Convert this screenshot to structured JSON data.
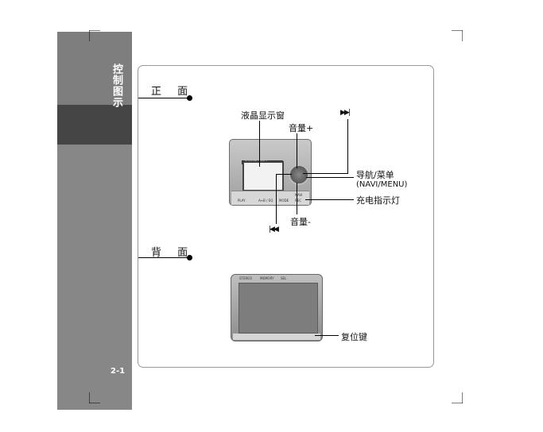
{
  "sidebar": {
    "title": "控制图示",
    "page_number": "2-1"
  },
  "sections": {
    "front": "正 面",
    "back": "背 面"
  },
  "labels": {
    "lcd": "液晶显示窗",
    "vol_up": "音量+",
    "vol_down": "音量-",
    "navi": "导航/菜单",
    "navi_en": "(NAVI/MENU)",
    "charge": "充电指示灯",
    "reset": "复位键"
  },
  "device": {
    "front_screen_header": "DIRECT MEDIA DECODING",
    "front_buttons": [
      "PLAY",
      "A↔B / EQ",
      "MODE",
      "NAVI",
      "REC"
    ],
    "back_buttons": [
      "STEREO",
      "MEMORY",
      "SEL"
    ]
  },
  "icons": {
    "next": "next-track-icon",
    "prev": "previous-track-icon"
  },
  "colors": {
    "sidebar": "#878787",
    "sidebar_band": "#454545",
    "panel_border": "#999999"
  }
}
